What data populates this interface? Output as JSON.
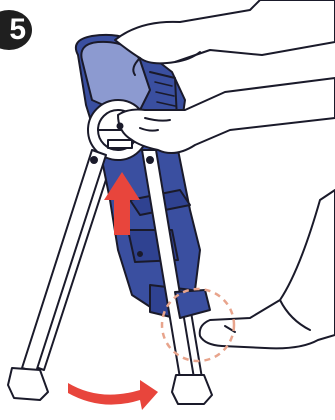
{
  "step": {
    "number": "5"
  },
  "colors": {
    "seat_blue": "#3a4fa0",
    "seat_light": "#8c9ad0",
    "frame_white": "#ffffff",
    "outline": "#1a1a2a",
    "arrow_red": "#e8453c",
    "highlight_circle": "#e8a48c"
  },
  "illustration": {
    "icons": [
      "high-chair",
      "hand",
      "foot",
      "up-arrow",
      "curved-arrow",
      "highlight-circle"
    ]
  }
}
